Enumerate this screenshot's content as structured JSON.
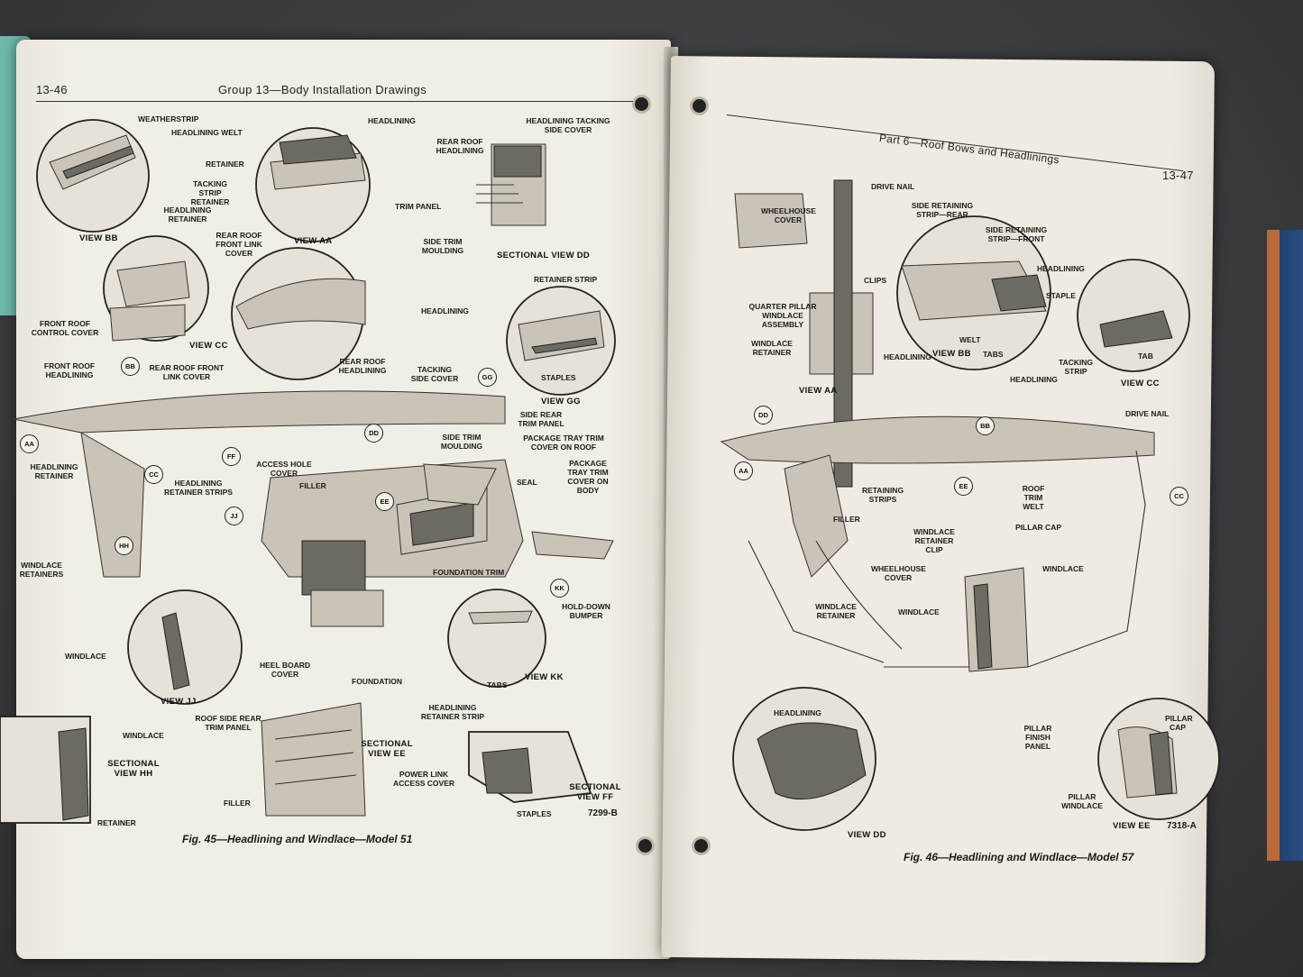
{
  "left_page": {
    "page_number": "13-46",
    "header": "Group 13—Body Installation Drawings",
    "caption": "Fig. 45—Headlining and Windlace—Model 51",
    "drawing_code": "7299-B",
    "views": [
      "VIEW BB",
      "VIEW AA",
      "SECTIONAL VIEW DD",
      "VIEW CC",
      "VIEW GG",
      "VIEW JJ",
      "VIEW KK",
      "SECTIONAL VIEW HH",
      "SECTIONAL VIEW EE",
      "SECTIONAL VIEW FF"
    ],
    "callouts": [
      "AA",
      "BB",
      "CC",
      "DD",
      "EE",
      "FF",
      "GG",
      "HH",
      "JJ",
      "KK"
    ],
    "labels": {
      "weatherstrip": "WEATHERSTRIP",
      "headlining_welt": "HEADLINING WELT",
      "headlining_retainer_bb": "HEADLINING RETAINER",
      "headlining_aa": "HEADLINING",
      "retainer_aa": "RETAINER",
      "tacking_strip_retainer": "TACKING STRIP RETAINER",
      "headlining_tacking_side_cover": "HEADLINING TACKING SIDE COVER",
      "rear_roof_headlining_dd": "REAR ROOF HEADLINING",
      "trim_panel": "TRIM PANEL",
      "side_trim_moulding_dd": "SIDE TRIM MOULDING",
      "rear_roof_front_link_cover": "REAR ROOF FRONT LINK COVER",
      "front_roof_control_cover": "FRONT ROOF CONTROL COVER",
      "retainer_strip": "RETAINER STRIP",
      "headlining_gg": "HEADLINING",
      "staples_gg": "STAPLES",
      "front_roof_headlining": "FRONT ROOF HEADLINING",
      "rear_roof_front_link_cover_2": "REAR ROOF FRONT LINK COVER",
      "rear_roof_headlining": "REAR ROOF HEADLINING",
      "tacking_side_cover": "TACKING SIDE COVER",
      "side_rear_trim_panel": "SIDE REAR TRIM PANEL",
      "side_trim_moulding": "SIDE TRIM MOULDING",
      "package_tray_trim_roof": "PACKAGE TRAY TRIM COVER ON ROOF",
      "package_tray_trim_body": "PACKAGE TRAY TRIM COVER ON BODY",
      "headlining_retainer": "HEADLINING RETAINER",
      "headlining_retainer_strips": "HEADLINING RETAINER STRIPS",
      "access_hole_cover": "ACCESS HOLE COVER",
      "filler": "FILLER",
      "seal": "SEAL",
      "windlace_retainers": "WINDLACE RETAINERS",
      "foundation_trim": "FOUNDATION TRIM",
      "hold_down_bumper": "HOLD-DOWN BUMPER",
      "windlace_jj": "WINDLACE",
      "heel_board_cover": "HEEL BOARD COVER",
      "foundation": "FOUNDATION",
      "tabs": "TABS",
      "windlace_hh": "WINDLACE",
      "retainer_hh": "RETAINER",
      "roof_side_rear_trim_panel": "ROOF SIDE REAR TRIM PANEL",
      "power_link_access_cover": "POWER LINK ACCESS COVER",
      "filler_ee": "FILLER",
      "headlining_retainer_strip": "HEADLINING RETAINER STRIP",
      "staples_ff": "STAPLES"
    }
  },
  "right_page": {
    "page_number": "13-47",
    "header": "Part 6—Roof Bows and Headlinings",
    "caption": "Fig. 46—Headlining and Windlace—Model 57",
    "drawing_code": "7318-A",
    "views": [
      "VIEW AA",
      "VIEW BB",
      "VIEW CC",
      "VIEW DD",
      "VIEW EE"
    ],
    "callouts": [
      "DD",
      "BB",
      "AA",
      "EE",
      "CC"
    ],
    "labels": {
      "drive_nail": "DRIVE NAIL",
      "wheelhouse_cover": "WHEELHOUSE COVER",
      "quarter_pillar_windlace_assembly": "QUARTER PILLAR WINDLACE ASSEMBLY",
      "windlace_retainer": "WINDLACE RETAINER",
      "side_retaining_strip_rear": "SIDE RETAINING STRIP—REAR",
      "side_retaining_strip_front": "SIDE RETAINING STRIP—FRONT",
      "clips": "CLIPS",
      "headlining_bb": "HEADLINING",
      "welt": "WELT",
      "tabs": "TABS",
      "headlining_cc": "HEADLINING",
      "staple": "STAPLE",
      "tacking_strip": "TACKING STRIP",
      "tab": "TAB",
      "headlining": "HEADLINING",
      "drive_nail_2": "DRIVE NAIL",
      "retaining_strips": "RETAINING STRIPS",
      "filler": "FILLER",
      "roof_trim_welt": "ROOF TRIM WELT",
      "pillar_cap": "PILLAR CAP",
      "windlace_retainer_clip": "WINDLACE RETAINER CLIP",
      "wheelhouse_cover_2": "WHEELHOUSE COVER",
      "windlace": "WINDLACE",
      "windlace_retainer_2": "WINDLACE RETAINER",
      "windlace_2": "WINDLACE",
      "headlining_dd": "HEADLINING",
      "pillar_finish_panel": "PILLAR FINISH PANEL",
      "pillar_cap_ee": "PILLAR CAP",
      "pillar_windlace": "PILLAR WINDLACE"
    }
  }
}
